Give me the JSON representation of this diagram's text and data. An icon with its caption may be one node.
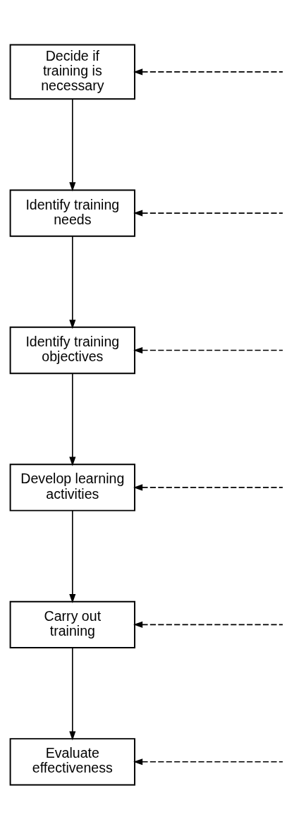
{
  "diagram": {
    "nodes": [
      {
        "text": [
          "Decide if training is necessary"
        ]
      },
      {
        "text": [
          "Identify training needs"
        ]
      },
      {
        "text": [
          "Identify training objectives"
        ]
      },
      {
        "text": [
          "Develop learning activities"
        ]
      },
      {
        "text": [
          "Carry out training"
        ]
      },
      {
        "text": [
          "Evaluate effectiveness"
        ]
      }
    ],
    "edges": [
      {
        "from": 0,
        "to": 1,
        "arrow": "to"
      },
      {
        "from": 1,
        "to": 2,
        "arrow": "to"
      },
      {
        "from": 2,
        "to": 3,
        "arrow": "to"
      },
      {
        "from": 3,
        "to": 4,
        "arrow": "to"
      },
      {
        "from": 4,
        "to": 5,
        "arrow": "to"
      },
      {
        "from": null,
        "to": 0,
        "arrow": "to",
        "style": "dashed"
      },
      {
        "from": null,
        "to": 1,
        "arrow": "to",
        "style": "dashed"
      },
      {
        "from": null,
        "to": 2,
        "arrow": "to",
        "style": "dashed"
      },
      {
        "from": null,
        "to": 3,
        "arrow": "to",
        "style": "dashed"
      },
      {
        "from": null,
        "to": 4,
        "arrow": "to",
        "style": "dashed"
      },
      {
        "from": null,
        "to": 5,
        "arrow": "to",
        "style": "dashed"
      }
    ]
  }
}
